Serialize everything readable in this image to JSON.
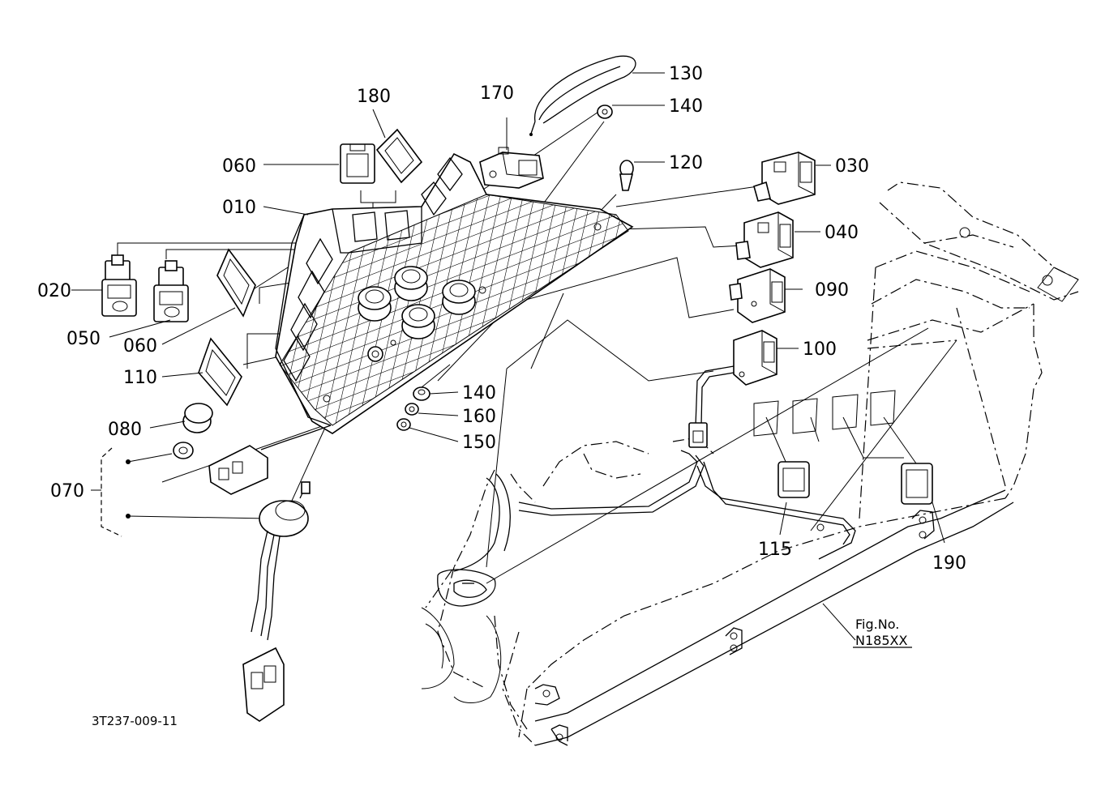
{
  "labels": {
    "p010": "010",
    "p020": "020",
    "p030": "030",
    "p040": "040",
    "p050": "050",
    "p060a": "060",
    "p060b": "060",
    "p070": "070",
    "p080": "080",
    "p090": "090",
    "p100": "100",
    "p110": "110",
    "p115": "115",
    "p120": "120",
    "p130": "130",
    "p140a": "140",
    "p140b": "140",
    "p150": "150",
    "p160": "160",
    "p170": "170",
    "p180": "180",
    "p190": "190"
  },
  "figure": {
    "fig_no_label": "Fig.No.",
    "fig_no_value": "N185XX",
    "drawing_code": "3T237-009-11"
  }
}
